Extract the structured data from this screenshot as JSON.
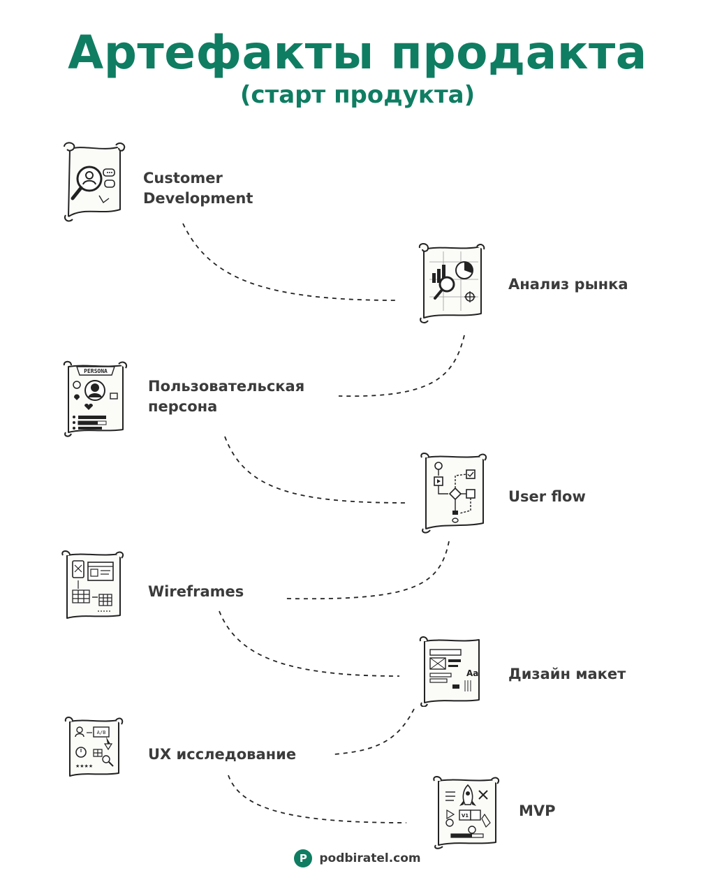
{
  "title": "Артефакты продакта",
  "subtitle": "(старт продукта)",
  "steps": [
    {
      "label": "Customer\nDevelopment",
      "icon": "customer-development-scroll-icon"
    },
    {
      "label": "Анализ рынка",
      "icon": "market-analysis-scroll-icon"
    },
    {
      "label": "Пользовательская\nперсона",
      "icon": "persona-scroll-icon"
    },
    {
      "label": "User flow",
      "icon": "user-flow-scroll-icon"
    },
    {
      "label": "Wireframes",
      "icon": "wireframes-scroll-icon"
    },
    {
      "label": "Дизайн макет",
      "icon": "design-mockup-scroll-icon"
    },
    {
      "label": "UX исследование",
      "icon": "ux-research-scroll-icon"
    },
    {
      "label": "MVP",
      "icon": "mvp-scroll-icon"
    }
  ],
  "persona_banner": "PERSONA",
  "mockup_text": "Aa",
  "mvp_text": "V1",
  "ab_text": "A/B",
  "footer": {
    "brand": "podbiratel.com",
    "logo_letter": "P",
    "logo_icon": "podbiratel-logo-icon"
  },
  "colors": {
    "accent": "#0f7d62",
    "text": "#3b3b3b",
    "line": "#222222"
  }
}
